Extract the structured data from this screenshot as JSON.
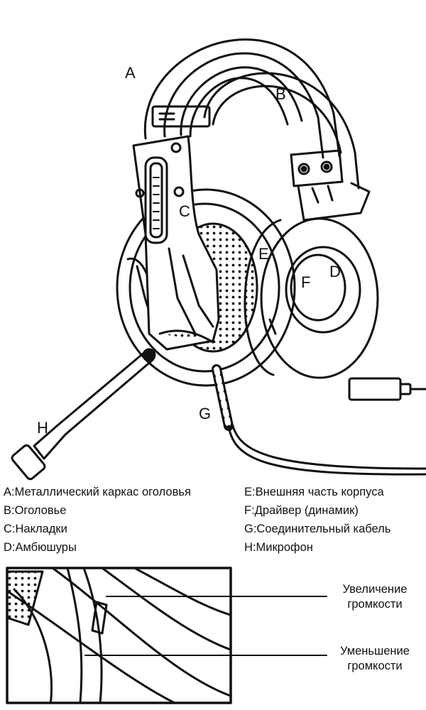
{
  "callouts": {
    "a": "A",
    "b": "B",
    "c": "C",
    "d": "D",
    "e": "E",
    "f": "F",
    "g": "G",
    "h": "H"
  },
  "legend": {
    "left": [
      {
        "key": "A:",
        "text": "Металлический каркас оголовья"
      },
      {
        "key": "B:",
        "text": "Оголовье"
      },
      {
        "key": "C:",
        "text": "Накладки"
      },
      {
        "key": "D:",
        "text": "Амбюшуры"
      }
    ],
    "right": [
      {
        "key": "E:",
        "text": "Внешняя часть корпуса"
      },
      {
        "key": "F:",
        "text": "Драйвер (динамик)"
      },
      {
        "key": "G:",
        "text": "Соединительный кабель"
      },
      {
        "key": "H:",
        "text": "Микрофон"
      }
    ]
  },
  "inset": {
    "volume_up": "Увеличение громкости",
    "volume_down": "Уменьшение громкости"
  }
}
